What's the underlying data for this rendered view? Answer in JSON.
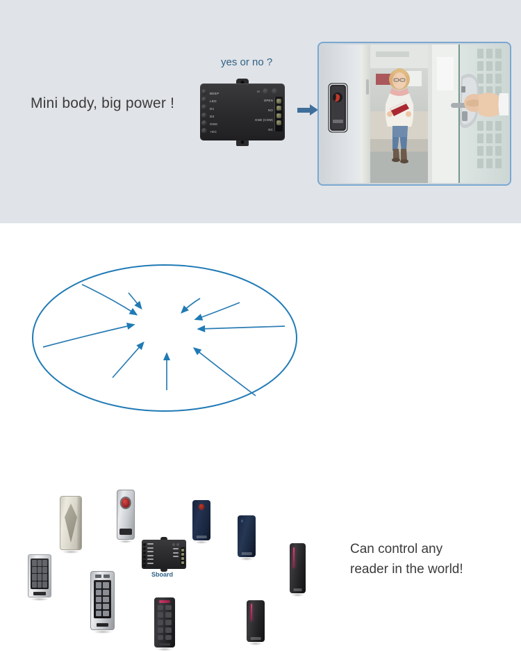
{
  "top_panel": {
    "headline": "Mini body, big power !",
    "question_label": "yes or no ?",
    "arrow": "arrow-right-icon",
    "controller": {
      "left_terminals": [
        "BEEP",
        "LED",
        "D1",
        "D0",
        "GND",
        "+DC"
      ],
      "right_terminals": [
        "OPEN",
        "NO",
        "GND (COM)",
        "NC"
      ],
      "ir_label": "IR"
    },
    "photo": {
      "alt": "Woman walking through an office glass door past a wall-mounted access control reader while a hand pushes the glass door handle"
    }
  },
  "bottom_panel": {
    "caption_line1": "Can control any",
    "caption_line2": "reader in the world!",
    "hub_label": "Sboard",
    "devices": [
      {
        "name": "diamond-panel-reader",
        "style": "d-diamond"
      },
      {
        "name": "fingerprint-reader",
        "style": "d-finger"
      },
      {
        "name": "navy-logo-reader",
        "style": "d-navy"
      },
      {
        "name": "navy-slim-reader",
        "style": "d-navy2"
      },
      {
        "name": "black-strip-reader-right",
        "style": "d-strip"
      },
      {
        "name": "black-strip-reader-lower",
        "style": "d-strip"
      },
      {
        "name": "silver-keypad-reader",
        "style": "d-kpad"
      },
      {
        "name": "metal-keypad-reader",
        "style": "d-kpad2"
      },
      {
        "name": "black-keypad-reader",
        "style": "d-kblack"
      }
    ]
  },
  "colors": {
    "top_background": "#e0e3e7",
    "bottom_background": "#ffffff",
    "accent_blue": "#2f6187",
    "arrow_blue": "#3f6e9a",
    "diagram_line": "#1f7ab5",
    "text_dark": "#3b3b3b",
    "photo_border": "#7aa8cf"
  }
}
